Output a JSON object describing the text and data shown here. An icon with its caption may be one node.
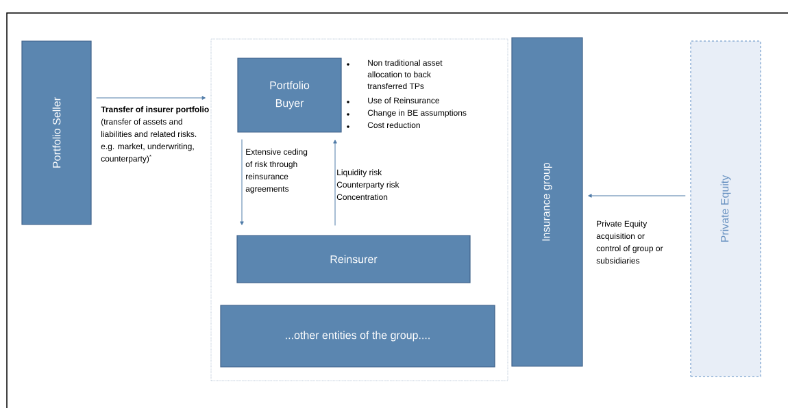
{
  "diagram": {
    "nodes": [
      {
        "text": [
          "Portfolio Seller"
        ]
      },
      {
        "text": [],
        "shape": "box"
      },
      {
        "text": [
          "Portfolio Buyer"
        ],
        "in": 1,
        "beside": [
          "Non traditional asset allocation to back transferred TPs",
          "Use of Reinsurance",
          "Change in BE assumptions",
          "Cost reduction"
        ]
      },
      {
        "text": [
          "Reinsurer"
        ],
        "in": 1
      },
      {
        "text": [
          "...other entities of the group...."
        ],
        "in": 1
      },
      {
        "text": [
          "Insurance group"
        ]
      },
      {
        "text": [
          "Private Equity"
        ]
      }
    ],
    "edges": [
      {
        "from": 0,
        "to": 1,
        "arrow": "to",
        "label": "**Transfer of insurer portfolio** (transfer of assets and liabilities and related risks. e.g. market, underwriting, counterparty)$^{*}$"
      },
      {
        "from": 2,
        "to": 3,
        "arrow": "to",
        "label": "Extensive ceding of risk through reinsurance agreements"
      },
      {
        "from": 3,
        "to": 2,
        "arrow": "to",
        "label": "Liquidity risk Counterparty risk Concentration"
      },
      {
        "from": 6,
        "to": 5,
        "arrow": "to",
        "label": "Private Equity acquisition or control of group or subsidiaries"
      }
    ]
  }
}
